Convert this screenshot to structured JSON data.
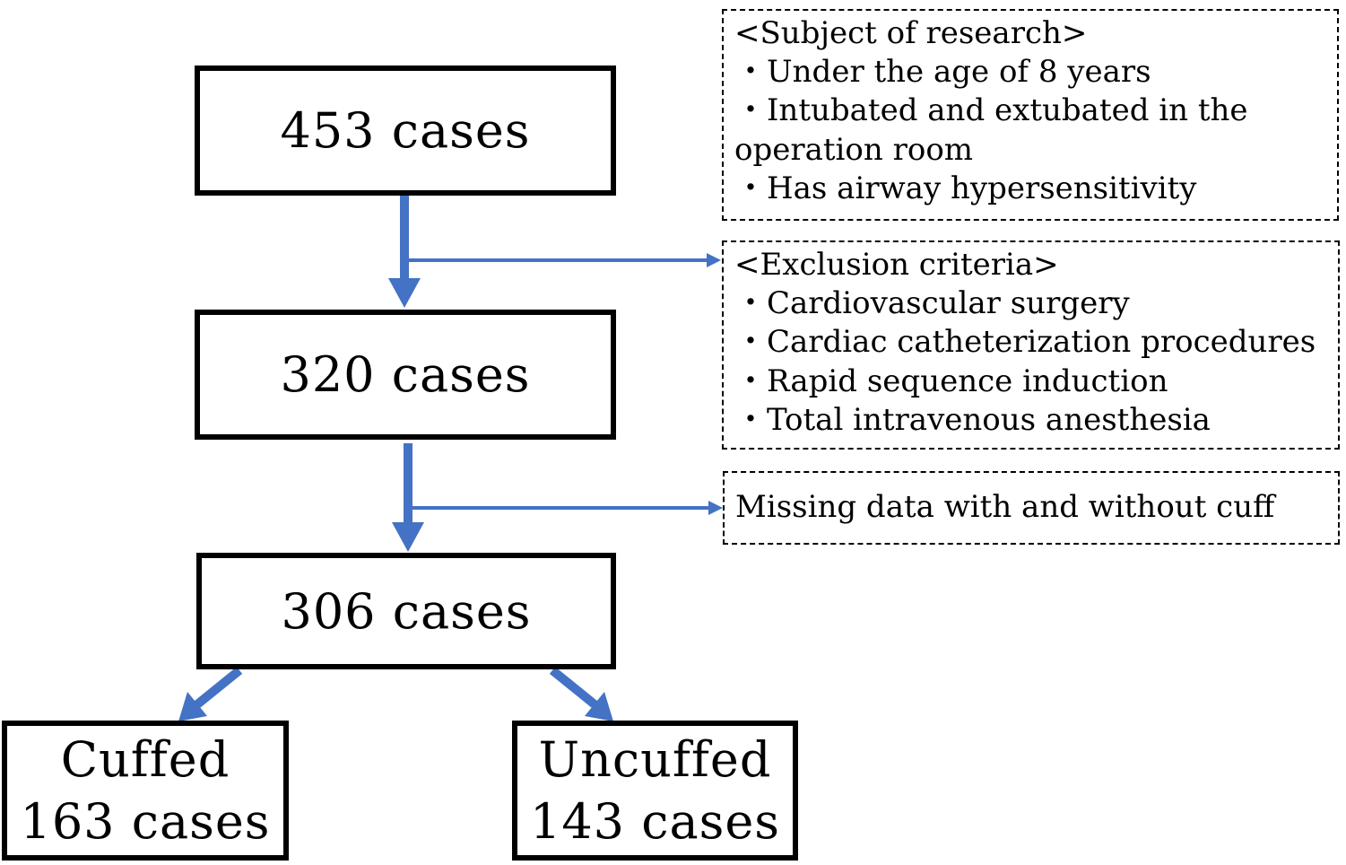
{
  "colors": {
    "arrow": "#4472c4",
    "box_border": "#000000",
    "background": "#ffffff"
  },
  "flow": {
    "step1": "453 cases",
    "step2": "320 cases",
    "step3": "306 cases",
    "cuffed": {
      "label": "Cuffed",
      "count": "163 cases"
    },
    "uncuffed": {
      "label": "Uncuffed",
      "count": "143 cases"
    }
  },
  "subject": {
    "title": "<Subject of research>",
    "items": [
      "Under the age of 8 years",
      "Intubated and extubated in the"
    ],
    "continuation": "operation room",
    "last_item": "Has airway hypersensitivity"
  },
  "exclusion": {
    "title": "<Exclusion criteria>",
    "items": [
      "Cardiovascular surgery",
      "Cardiac catheterization procedures",
      "Rapid sequence induction",
      "Total intravenous anesthesia"
    ]
  },
  "missing": {
    "text": "Missing data with and without cuff"
  }
}
